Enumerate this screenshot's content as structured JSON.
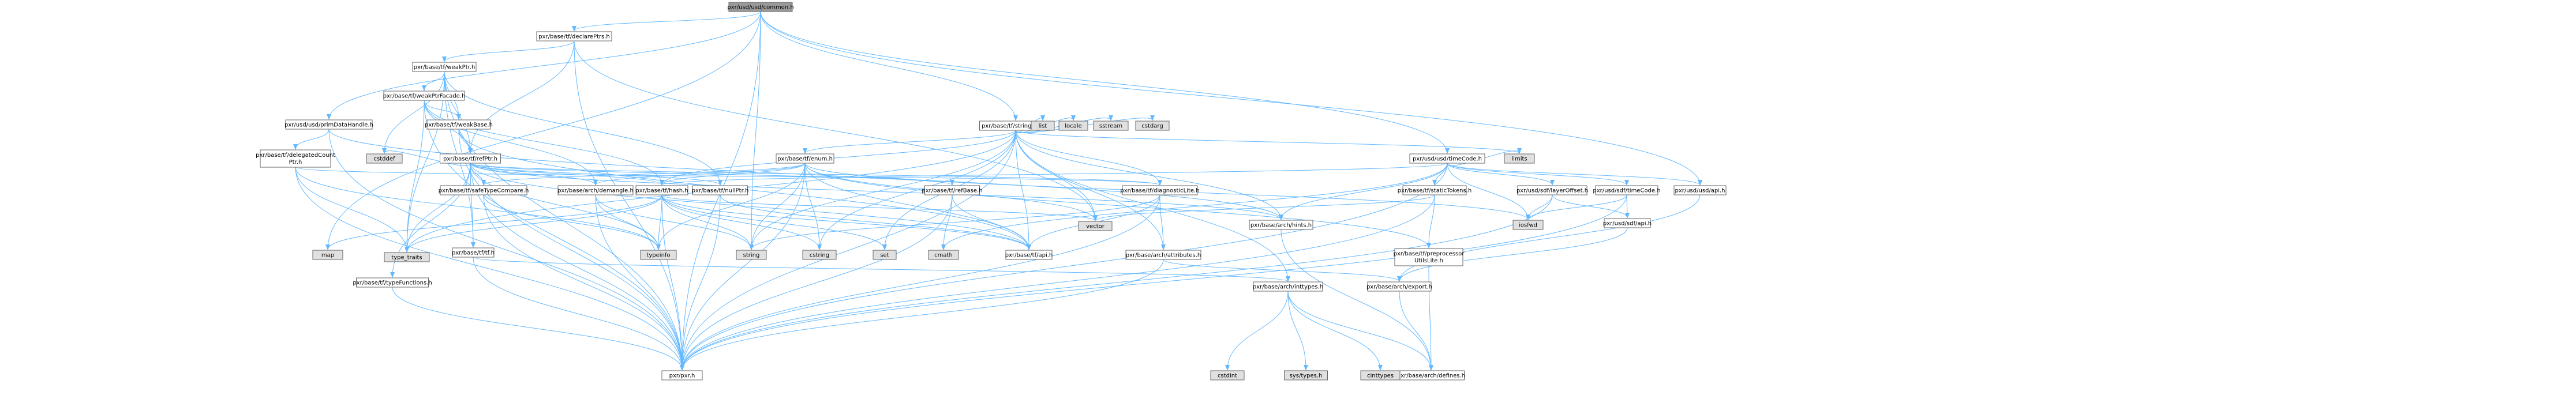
{
  "graph_title": "pxr/usd/usd/common.h include dependency graph",
  "colors": {
    "root_fill": "#999999",
    "normal_fill": "#ffffff",
    "truncated_fill": "#ffffff",
    "truncated_stroke": "#ff0000",
    "system_fill": "#e0e0e0",
    "edge": "#63b8ff"
  },
  "nodes": [
    {
      "id": "common",
      "label": "pxr/usd/usd/common.h",
      "kind": "root"
    },
    {
      "id": "declarePtrs",
      "label": "pxr/base/tf/declarePtrs.h",
      "kind": "normal"
    },
    {
      "id": "weakPtr",
      "label": "pxr/base/tf/weakPtr.h",
      "kind": "normal"
    },
    {
      "id": "weakPtrFacade",
      "label": "pxr/base/tf/weakPtrFacade.h",
      "kind": "truncated"
    },
    {
      "id": "primDataHandle",
      "label": "pxr/usd/usd/primDataHandle.h",
      "kind": "normal"
    },
    {
      "id": "weakBase",
      "label": "pxr/base/tf/weakBase.h",
      "kind": "truncated"
    },
    {
      "id": "delegatedCountPtr",
      "label": "pxr/base/tf/delegatedCount\nPtr.h",
      "kind": "truncated"
    },
    {
      "id": "refPtr",
      "label": "pxr/base/tf/refPtr.h",
      "kind": "normal"
    },
    {
      "id": "stringUtils",
      "label": "pxr/base/tf/stringUtils.h",
      "kind": "normal"
    },
    {
      "id": "enum",
      "label": "pxr/base/tf/enum.h",
      "kind": "normal"
    },
    {
      "id": "timeCode",
      "label": "pxr/usd/usd/timeCode.h",
      "kind": "normal"
    },
    {
      "id": "safeTypeCompare",
      "label": "pxr/base/tf/safeTypeCompare.h",
      "kind": "normal"
    },
    {
      "id": "demangle",
      "label": "pxr/base/arch/demangle.h",
      "kind": "truncated"
    },
    {
      "id": "hash",
      "label": "pxr/base/tf/hash.h",
      "kind": "truncated"
    },
    {
      "id": "nullPtr",
      "label": "pxr/base/tf/nullPtr.h",
      "kind": "normal"
    },
    {
      "id": "refBase",
      "label": "pxr/base/tf/refBase.h",
      "kind": "truncated"
    },
    {
      "id": "diagnosticLite",
      "label": "pxr/base/tf/diagnosticLite.h",
      "kind": "truncated"
    },
    {
      "id": "staticTokens",
      "label": "pxr/base/tf/staticTokens.h",
      "kind": "truncated"
    },
    {
      "id": "layerOffset",
      "label": "pxr/usd/sdf/layerOffset.h",
      "kind": "normal"
    },
    {
      "id": "sdfTimeCode",
      "label": "pxr/usd/sdf/timeCode.h",
      "kind": "truncated"
    },
    {
      "id": "usdApi",
      "label": "pxr/usd/usd/api.h",
      "kind": "normal"
    },
    {
      "id": "typeFunctions",
      "label": "pxr/base/tf/typeFunctions.h",
      "kind": "truncated"
    },
    {
      "id": "tf",
      "label": "pxr/base/tf/tf.h",
      "kind": "truncated"
    },
    {
      "id": "tfApi",
      "label": "pxr/base/tf/api.h",
      "kind": "normal"
    },
    {
      "id": "attributes",
      "label": "pxr/base/arch/attributes.h",
      "kind": "normal"
    },
    {
      "id": "hints",
      "label": "pxr/base/arch/hints.h",
      "kind": "normal"
    },
    {
      "id": "preprocessorUtilsLite",
      "label": "pxr/base/tf/preprocessor\nUtilsLite.h",
      "kind": "normal"
    },
    {
      "id": "sdfApi",
      "label": "pxr/usd/sdf/api.h",
      "kind": "normal"
    },
    {
      "id": "inttypes",
      "label": "pxr/base/arch/inttypes.h",
      "kind": "normal"
    },
    {
      "id": "export",
      "label": "pxr/base/arch/export.h",
      "kind": "normal"
    },
    {
      "id": "pxr",
      "label": "pxr/pxr.h",
      "kind": "normal"
    },
    {
      "id": "defines",
      "label": "pxr/base/arch/defines.h",
      "kind": "normal"
    },
    {
      "id": "cstddef",
      "label": "cstddef",
      "kind": "system"
    },
    {
      "id": "map",
      "label": "map",
      "kind": "system"
    },
    {
      "id": "type_traits",
      "label": "type_traits",
      "kind": "system"
    },
    {
      "id": "typeinfo",
      "label": "typeinfo",
      "kind": "system"
    },
    {
      "id": "string",
      "label": "string",
      "kind": "system"
    },
    {
      "id": "cstring",
      "label": "cstring",
      "kind": "system"
    },
    {
      "id": "set",
      "label": "set",
      "kind": "system"
    },
    {
      "id": "vector",
      "label": "vector",
      "kind": "system"
    },
    {
      "id": "cmath",
      "label": "cmath",
      "kind": "system"
    },
    {
      "id": "list",
      "label": "list",
      "kind": "system"
    },
    {
      "id": "locale",
      "label": "locale",
      "kind": "system"
    },
    {
      "id": "sstream",
      "label": "sstream",
      "kind": "system"
    },
    {
      "id": "cstdarg",
      "label": "cstdarg",
      "kind": "system"
    },
    {
      "id": "limits",
      "label": "limits",
      "kind": "system"
    },
    {
      "id": "iosfwd",
      "label": "iosfwd",
      "kind": "system"
    },
    {
      "id": "cstdint",
      "label": "cstdint",
      "kind": "system"
    },
    {
      "id": "systypes",
      "label": "sys/types.h",
      "kind": "system"
    },
    {
      "id": "cinttypes",
      "label": "cinttypes",
      "kind": "system"
    }
  ],
  "edges": [
    [
      "common",
      "declarePtrs"
    ],
    [
      "common",
      "primDataHandle"
    ],
    [
      "common",
      "stringUtils"
    ],
    [
      "common",
      "timeCode"
    ],
    [
      "common",
      "usdApi"
    ],
    [
      "common",
      "pxr"
    ],
    [
      "common",
      "map"
    ],
    [
      "common",
      "string"
    ],
    [
      "declarePtrs",
      "weakPtr"
    ],
    [
      "declarePtrs",
      "refPtr"
    ],
    [
      "declarePtrs",
      "pxr"
    ],
    [
      "declarePtrs",
      "vector"
    ],
    [
      "weakPtr",
      "weakPtrFacade"
    ],
    [
      "weakPtr",
      "weakBase"
    ],
    [
      "weakPtr",
      "refPtr"
    ],
    [
      "weakPtr",
      "nullPtr"
    ],
    [
      "weakPtr",
      "tf"
    ],
    [
      "weakPtr",
      "pxr"
    ],
    [
      "weakPtr",
      "cstddef"
    ],
    [
      "weakPtr",
      "type_traits"
    ],
    [
      "weakPtrFacade",
      "weakBase"
    ],
    [
      "weakPtrFacade",
      "refPtr"
    ],
    [
      "weakPtrFacade",
      "hash"
    ],
    [
      "weakPtrFacade",
      "demangle"
    ],
    [
      "weakPtrFacade",
      "pxr"
    ],
    [
      "weakPtrFacade",
      "type_traits"
    ],
    [
      "primDataHandle",
      "delegatedCountPtr"
    ],
    [
      "primDataHandle",
      "pxr"
    ],
    [
      "primDataHandle",
      "hints"
    ],
    [
      "weakBase",
      "refPtr"
    ],
    [
      "weakBase",
      "tfApi"
    ],
    [
      "weakBase",
      "pxr"
    ],
    [
      "delegatedCountPtr",
      "diagnosticLite"
    ],
    [
      "delegatedCountPtr",
      "pxr"
    ],
    [
      "delegatedCountPtr",
      "type_traits"
    ],
    [
      "delegatedCountPtr",
      "typeinfo"
    ],
    [
      "refPtr",
      "safeTypeCompare"
    ],
    [
      "refPtr",
      "demangle"
    ],
    [
      "refPtr",
      "hash"
    ],
    [
      "refPtr",
      "nullPtr"
    ],
    [
      "refPtr",
      "refBase"
    ],
    [
      "refPtr",
      "diagnosticLite"
    ],
    [
      "refPtr",
      "typeFunctions"
    ],
    [
      "refPtr",
      "tfApi"
    ],
    [
      "refPtr",
      "hints"
    ],
    [
      "refPtr",
      "pxr"
    ],
    [
      "refPtr",
      "typeinfo"
    ],
    [
      "refPtr",
      "type_traits"
    ],
    [
      "refPtr",
      "cstddef"
    ],
    [
      "refPtr",
      "tf"
    ],
    [
      "stringUtils",
      "enum"
    ],
    [
      "stringUtils",
      "hash"
    ],
    [
      "stringUtils",
      "diagnosticLite"
    ],
    [
      "stringUtils",
      "tfApi"
    ],
    [
      "stringUtils",
      "attributes"
    ],
    [
      "stringUtils",
      "hints"
    ],
    [
      "stringUtils",
      "inttypes"
    ],
    [
      "stringUtils",
      "pxr"
    ],
    [
      "stringUtils",
      "cstdarg"
    ],
    [
      "stringUtils",
      "cstring"
    ],
    [
      "stringUtils",
      "list"
    ],
    [
      "stringUtils",
      "locale"
    ],
    [
      "stringUtils",
      "set"
    ],
    [
      "stringUtils",
      "sstream"
    ],
    [
      "stringUtils",
      "string"
    ],
    [
      "stringUtils",
      "type_traits"
    ],
    [
      "stringUtils",
      "vector"
    ],
    [
      "stringUtils",
      "limits"
    ],
    [
      "enum",
      "safeTypeCompare"
    ],
    [
      "enum",
      "demangle"
    ],
    [
      "enum",
      "hash"
    ],
    [
      "enum",
      "preprocessorUtilsLite"
    ],
    [
      "enum",
      "tfApi"
    ],
    [
      "enum",
      "pxr"
    ],
    [
      "enum",
      "iosfwd"
    ],
    [
      "enum",
      "string"
    ],
    [
      "enum",
      "typeinfo"
    ],
    [
      "enum",
      "vector"
    ],
    [
      "enum",
      "cstring"
    ],
    [
      "timeCode",
      "staticTokens"
    ],
    [
      "timeCode",
      "layerOffset"
    ],
    [
      "timeCode",
      "sdfTimeCode"
    ],
    [
      "timeCode",
      "usdApi"
    ],
    [
      "timeCode",
      "hints"
    ],
    [
      "timeCode",
      "pxr"
    ],
    [
      "timeCode",
      "iosfwd"
    ],
    [
      "timeCode",
      "limits"
    ],
    [
      "timeCode",
      "cmath"
    ],
    [
      "timeCode",
      "hash"
    ],
    [
      "safeTypeCompare",
      "pxr"
    ],
    [
      "safeTypeCompare",
      "typeinfo"
    ],
    [
      "demangle",
      "pxr"
    ],
    [
      "demangle",
      "string"
    ],
    [
      "demangle",
      "typeinfo"
    ],
    [
      "hash",
      "tfApi"
    ],
    [
      "hash",
      "pxr"
    ],
    [
      "hash",
      "cstring"
    ],
    [
      "hash",
      "string"
    ],
    [
      "hash",
      "map"
    ],
    [
      "hash",
      "set"
    ],
    [
      "hash",
      "type_traits"
    ],
    [
      "hash",
      "vector"
    ],
    [
      "hash",
      "typeinfo"
    ],
    [
      "nullPtr",
      "pxr"
    ],
    [
      "nullPtr",
      "tfApi"
    ],
    [
      "refBase",
      "tfApi"
    ],
    [
      "refBase",
      "pxr"
    ],
    [
      "refBase",
      "cmath"
    ],
    [
      "diagnosticLite",
      "tfApi"
    ],
    [
      "diagnosticLite",
      "attributes"
    ],
    [
      "diagnosticLite",
      "pxr"
    ],
    [
      "diagnosticLite",
      "string"
    ],
    [
      "staticTokens",
      "preprocessorUtilsLite"
    ],
    [
      "staticTokens",
      "pxr"
    ],
    [
      "staticTokens",
      "vector"
    ],
    [
      "layerOffset",
      "sdfApi"
    ],
    [
      "layerOffset",
      "pxr"
    ],
    [
      "layerOffset",
      "iosfwd"
    ],
    [
      "sdfTimeCode",
      "sdfApi"
    ],
    [
      "sdfTimeCode",
      "pxr"
    ],
    [
      "sdfTimeCode",
      "iosfwd"
    ],
    [
      "usdApi",
      "export"
    ],
    [
      "typeFunctions",
      "pxr"
    ],
    [
      "tf",
      "pxr"
    ],
    [
      "tf",
      "inttypes"
    ],
    [
      "attributes",
      "export"
    ],
    [
      "attributes",
      "pxr"
    ],
    [
      "hints",
      "defines"
    ],
    [
      "preprocessorUtilsLite",
      "defines"
    ],
    [
      "sdfApi",
      "export"
    ],
    [
      "inttypes",
      "defines"
    ],
    [
      "inttypes",
      "cstdint"
    ],
    [
      "inttypes",
      "systypes"
    ],
    [
      "inttypes",
      "cinttypes"
    ],
    [
      "export",
      "defines"
    ]
  ]
}
